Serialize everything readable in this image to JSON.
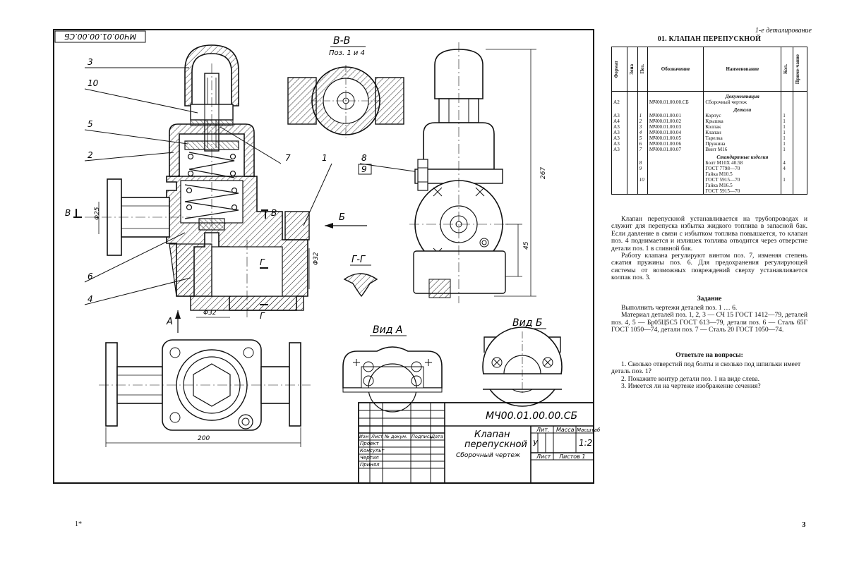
{
  "drawing": {
    "stamp_top": "МЧ00.01.00.00.СБ",
    "section_bb": "В-В",
    "section_bb_sub": "Поз. 1 и 4",
    "section_gg": "Г-Г",
    "view_a": "Вид А",
    "view_b": "Вид Б",
    "arrow_b_label": "Б",
    "arrow_a_label": "А",
    "cut_v": "В",
    "cut_g": "Г",
    "callouts": [
      "3",
      "10",
      "5",
      "2",
      "6",
      "4",
      "7",
      "1",
      "8",
      "9"
    ],
    "dims": {
      "d25": "Φ25",
      "d32v": "Φ32",
      "d32h": "Φ32",
      "d267": "267",
      "d45": "45",
      "d200": "200"
    }
  },
  "title_block": {
    "code": "МЧ00.01.00.00.СБ",
    "name_line1": "Клапан",
    "name_line2": "перепускной",
    "doc_type": "Сборочный чертеж",
    "headers": [
      "Изм",
      "Лист",
      "№ докум.",
      "Подпись",
      "Дата"
    ],
    "roles": [
      "Проект",
      "Консульт",
      "Чертил",
      "Принял"
    ],
    "lit_label": "Лит.",
    "mass_label": "Масса",
    "scale_label": "Масштаб",
    "lit_value": "У",
    "scale_value": "1:2",
    "sheet_label": "Лист",
    "sheets_label": "Листов 1"
  },
  "right_panel": {
    "header_note": "1-е деталирование",
    "title": "01. КЛАПАН ПЕРЕПУСКНОЙ",
    "spec_headers": [
      "Формат",
      "Зона",
      "Поз.",
      "Обозначение",
      "Наименование",
      "Кол.",
      "Приме-чание"
    ],
    "spec_rows": [
      {
        "section": "Документация"
      },
      {
        "format": "А2",
        "zone": "",
        "pos": "",
        "code": "МЧ00.01.00.00.СБ",
        "name": "Сборочный чертеж",
        "qty": ""
      },
      {
        "section": "Детали"
      },
      {
        "format": "А3",
        "zone": "",
        "pos": "1",
        "code": "МЧ00.01.00.01",
        "name": "Корпус",
        "qty": "1"
      },
      {
        "format": "А4",
        "zone": "",
        "pos": "2",
        "code": "МЧ00.01.00.02",
        "name": "Крышка",
        "qty": "1"
      },
      {
        "format": "А3",
        "zone": "",
        "pos": "3",
        "code": "МЧ00.01.00.03",
        "name": "Колпак",
        "qty": "1"
      },
      {
        "format": "А3",
        "zone": "",
        "pos": "4",
        "code": "МЧ00.01.00.04",
        "name": "Клапан",
        "qty": "1"
      },
      {
        "format": "А3",
        "zone": "",
        "pos": "5",
        "code": "МЧ00.01.00.05",
        "name": "Тарелка",
        "qty": "1"
      },
      {
        "format": "А3",
        "zone": "",
        "pos": "6",
        "code": "МЧ00.01.00.06",
        "name": "Пружина",
        "qty": "1"
      },
      {
        "format": "А3",
        "zone": "",
        "pos": "7",
        "code": "МЧ00.01.00.07",
        "name": "Винт М16",
        "qty": "1"
      },
      {
        "section": "Стандартные изделия"
      },
      {
        "format": "",
        "zone": "",
        "pos": "8",
        "code": "",
        "name": "Болт М10Х 40.58",
        "qty": "4"
      },
      {
        "format": "",
        "zone": "",
        "pos": "9",
        "code": "",
        "name": "ГОСТ 7798—70",
        "qty": "4"
      },
      {
        "format": "",
        "zone": "",
        "pos": "",
        "code": "",
        "name": "Гайка М10.5",
        "qty": ""
      },
      {
        "format": "",
        "zone": "",
        "pos": "10",
        "code": "",
        "name": "ГОСТ 5915—70",
        "qty": "1"
      },
      {
        "format": "",
        "zone": "",
        "pos": "",
        "code": "",
        "name": "Гайка М16.5",
        "qty": ""
      },
      {
        "format": "",
        "zone": "",
        "pos": "",
        "code": "",
        "name": "ГОСТ 5915—70",
        "qty": ""
      }
    ],
    "description": [
      "Клапан перепускной устанавливается на трубопроводах и служит для перепуска избытка жидкого топлива в запасной бак. Если давление в связи с избытком топлива повышается, то клапан поз. 4 поднимается и излишек топлива отводится через отверстие детали поз. 1 в сливной бак.",
      "Работу клапана регулируют винтом поз. 7, изменяя степень сжатия пружины поз. 6. Для предохранения регулирующей системы от возможных повреждений сверху устанавливается колпак поз. 3."
    ],
    "task_title": "Задание",
    "task": [
      "Выполнить чертежи деталей поз. 1 … 6.",
      "Материал деталей поз. 1, 2, 3 — СЧ 15 ГОСТ 1412—79, деталей поз. 4, 5 — Бр05Ц5С5 ГОСТ 613—79, детали поз. 6 — Сталь 65Г ГОСТ 1050—74, детали поз. 7 — Сталь 20 ГОСТ 1050—74."
    ],
    "questions_title": "Ответьте на вопросы:",
    "questions": [
      "1. Сколько отверстий под болты и сколько под шпильки имеет деталь поз. 1?",
      "2. Покажите контур детали поз. 1 на виде слева.",
      "3. Имеется ли на чертеже изображение сечения?"
    ]
  },
  "page": {
    "left_mark": "1*",
    "number": "3"
  }
}
